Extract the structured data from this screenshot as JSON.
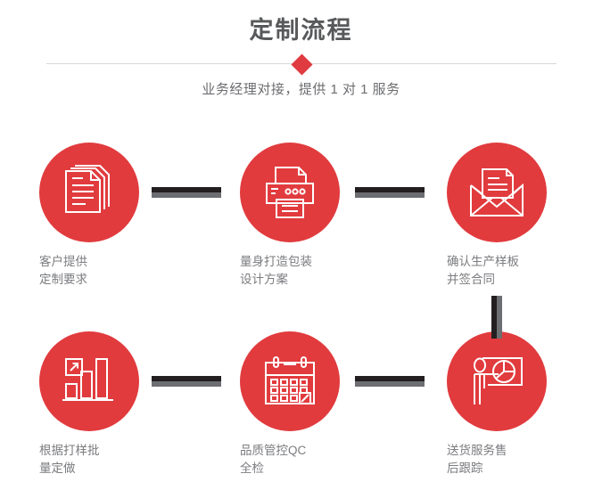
{
  "header": {
    "title": "定制流程",
    "subtitle": "业务经理对接，提供 1 对 1 服务",
    "divider_icon": "diamond-marker"
  },
  "colors": {
    "brand_red": "#e13b3e",
    "diamond_red": "#df3b40",
    "title_gray": "#58595b",
    "label_gray": "#7b7c7f",
    "connector_dark": "#231f20",
    "connector_gray": "#6d6e71",
    "divider_line": "#d9d9d9",
    "background": "#ffffff"
  },
  "steps": [
    {
      "index": 1,
      "icon": "documents-stack-icon",
      "label": "客户提供\n定制要求"
    },
    {
      "index": 2,
      "icon": "printer-icon",
      "label": "量身打造包装\n设计方案"
    },
    {
      "index": 3,
      "icon": "envelope-document-icon",
      "label": "确认生产样板\n并签合同"
    },
    {
      "index": 4,
      "icon": "bar-chart-growth-icon",
      "label": "根据打样批\n量定做"
    },
    {
      "index": 5,
      "icon": "calendar-check-icon",
      "label": "品质管控QC\n全检"
    },
    {
      "index": 6,
      "icon": "presenter-pie-chart-icon",
      "label": "送货服务售\n后跟踪"
    }
  ],
  "connectors": [
    {
      "name": "arrow-step1-step2",
      "orientation": "horizontal"
    },
    {
      "name": "arrow-step2-step3",
      "orientation": "horizontal"
    },
    {
      "name": "arrow-step3-step6",
      "orientation": "vertical"
    },
    {
      "name": "arrow-step4-step5",
      "orientation": "horizontal"
    },
    {
      "name": "arrow-step5-step6",
      "orientation": "horizontal"
    }
  ]
}
